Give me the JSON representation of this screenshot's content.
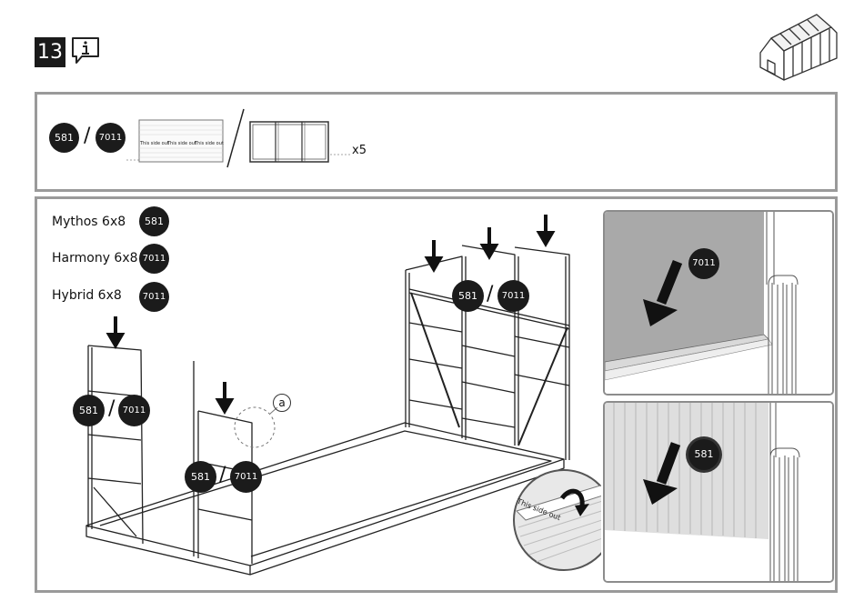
{
  "step": {
    "number": "13"
  },
  "parts": {
    "code_a": "581",
    "separator": "/",
    "code_b": "7011",
    "sheet_label": "This side out",
    "quantity": "x5"
  },
  "models": [
    {
      "name": "Mythos 6x8",
      "code": "581"
    },
    {
      "name": "Harmony 6x8",
      "code": "7011"
    },
    {
      "name": "Hybrid 6x8",
      "code": "7011"
    }
  ],
  "callouts": {
    "detail_marker": "a",
    "left_wall": {
      "code_a": "581",
      "separator": "/",
      "code_b": "7011"
    },
    "middle_wall": {
      "code_a": "581",
      "separator": "/",
      "code_b": "7011"
    },
    "back_wall": {
      "code_a": "581",
      "separator": "/",
      "code_b": "7011"
    }
  },
  "insets": {
    "top": {
      "code": "7011"
    },
    "bottom": {
      "code": "581"
    }
  },
  "detail_circle": {
    "label": "This side out"
  },
  "icons": [
    "info-icon",
    "greenhouse-thumbnail-icon",
    "down-arrow-icon",
    "rotate-arrow-icon"
  ]
}
